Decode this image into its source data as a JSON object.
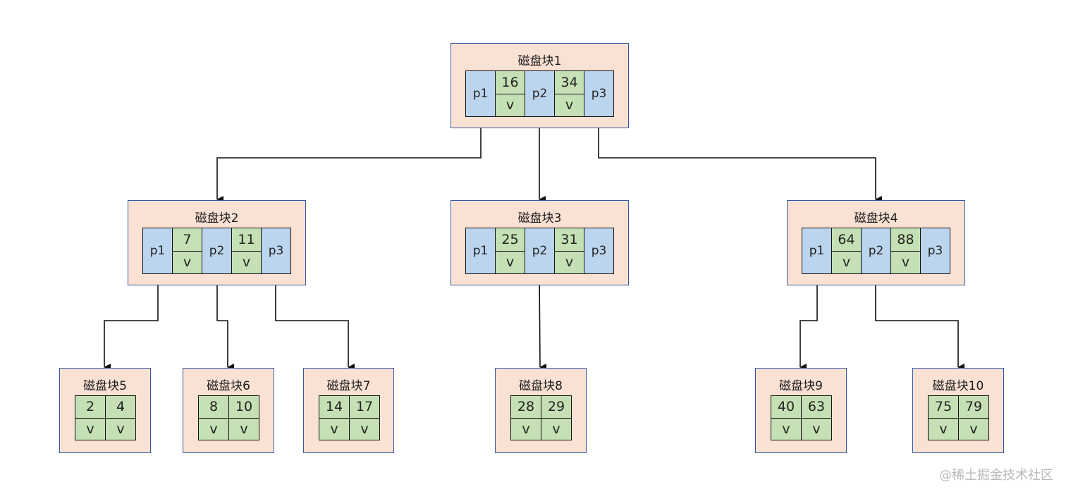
{
  "colors": {
    "block_fill": "#f9e1d4",
    "block_border": "#3458a8",
    "pointer_fill": "#bcd5ee",
    "entry_fill": "#c5e0b4",
    "line": "#111111"
  },
  "blocks": {
    "b1": {
      "title": "磁盘块1",
      "p1": "p1",
      "k1": "16",
      "v1": "v",
      "p2": "p2",
      "k2": "34",
      "v2": "v",
      "p3": "p3"
    },
    "b2": {
      "title": "磁盘块2",
      "p1": "p1",
      "k1": "7",
      "v1": "v",
      "p2": "p2",
      "k2": "11",
      "v2": "v",
      "p3": "p3"
    },
    "b3": {
      "title": "磁盘块3",
      "p1": "p1",
      "k1": "25",
      "v1": "v",
      "p2": "p2",
      "k2": "31",
      "v2": "v",
      "p3": "p3"
    },
    "b4": {
      "title": "磁盘块4",
      "p1": "p1",
      "k1": "64",
      "v1": "v",
      "p2": "p2",
      "k2": "88",
      "v2": "v",
      "p3": "p3"
    },
    "b5": {
      "title": "磁盘块5",
      "k1": "2",
      "v1": "v",
      "k2": "4",
      "v2": "v"
    },
    "b6": {
      "title": "磁盘块6",
      "k1": "8",
      "v1": "v",
      "k2": "10",
      "v2": "v"
    },
    "b7": {
      "title": "磁盘块7",
      "k1": "14",
      "v1": "v",
      "k2": "17",
      "v2": "v"
    },
    "b8": {
      "title": "磁盘块8",
      "k1": "28",
      "v1": "v",
      "k2": "29",
      "v2": "v"
    },
    "b9": {
      "title": "磁盘块9",
      "k1": "40",
      "v1": "v",
      "k2": "63",
      "v2": "v"
    },
    "b10": {
      "title": "磁盘块10",
      "k1": "75",
      "v1": "v",
      "k2": "79",
      "v2": "v"
    }
  },
  "watermark": "@稀土掘金技术社区"
}
